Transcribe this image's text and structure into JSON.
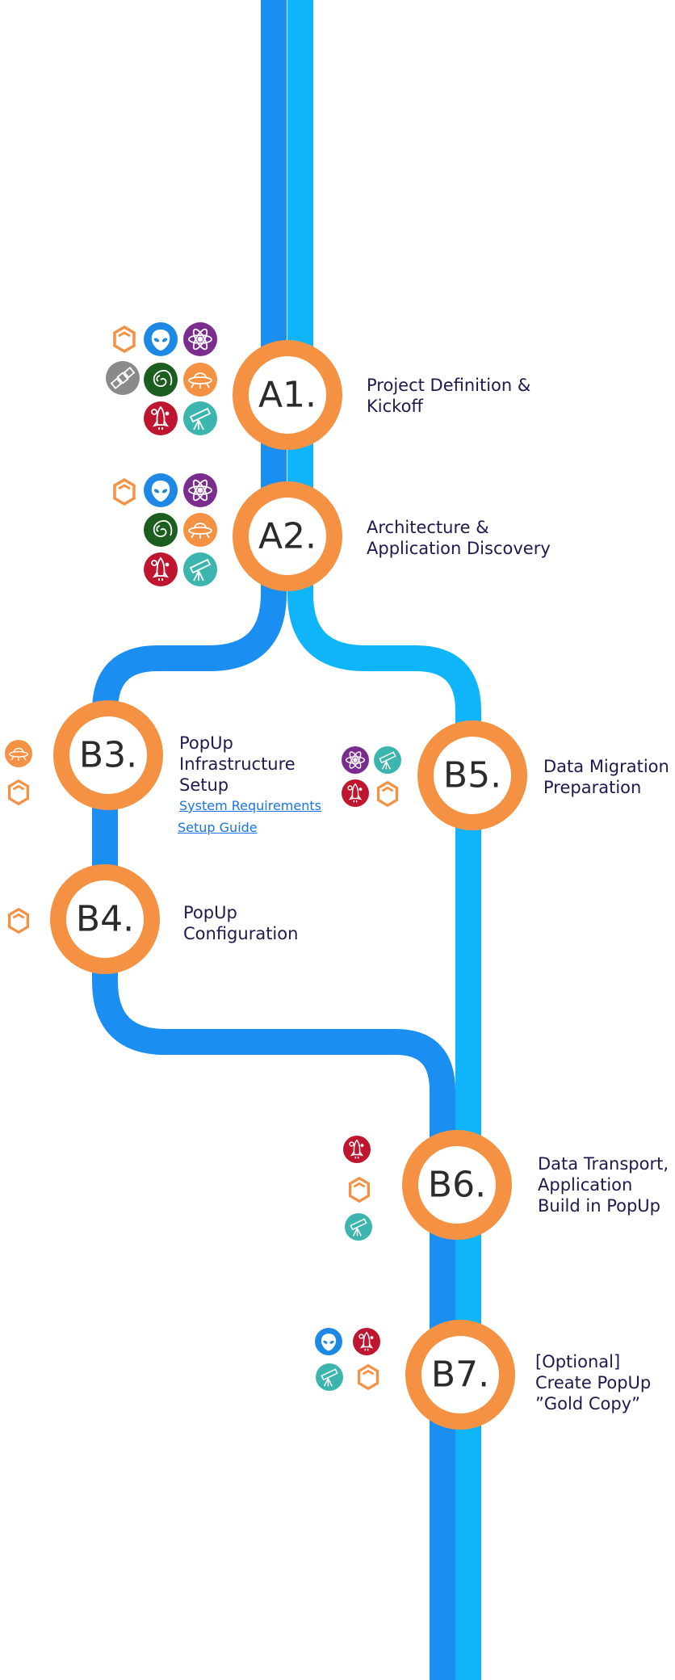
{
  "colors": {
    "track_dark": "#1b8ef2",
    "track_light": "#0fb5f8",
    "node_ring": "#f59143",
    "node_fill": "#ffffff",
    "text": "#1e1a4d",
    "link": "#1a73e8",
    "icon_blue": "#1e88e5",
    "icon_purple": "#7b2d8e",
    "icon_green": "#1b5e20",
    "icon_orange": "#f59143",
    "icon_gold": "#e8a317",
    "icon_red": "#c0152f",
    "icon_teal": "#3bb5ad",
    "icon_gray": "#8a8a8a"
  },
  "steps": {
    "a1": {
      "code": "A1.",
      "title": "Project Definition &\nKickoff",
      "icons": [
        "hexagon-outline-icon",
        "alien-icon",
        "atom-icon",
        "satellite-icon",
        "galaxy-icon",
        "ufo-icon",
        "rocket-icon",
        "telescope-icon"
      ]
    },
    "a2": {
      "code": "A2.",
      "title": "Architecture &\nApplication Discovery",
      "icons": [
        "hexagon-outline-icon",
        "alien-icon",
        "atom-icon",
        "galaxy-icon",
        "ufo-icon",
        "rocket-icon",
        "telescope-icon"
      ]
    },
    "b3": {
      "code": "B3.",
      "title": "PopUp\nInfrastructure\nSetup",
      "links": [
        "System Requirements",
        "Setup Guide"
      ],
      "icons": [
        "ufo-icon",
        "hexagon-outline-icon"
      ]
    },
    "b4": {
      "code": "B4.",
      "title": "PopUp\nConfiguration",
      "icons": [
        "hexagon-outline-icon"
      ]
    },
    "b5": {
      "code": "B5.",
      "title": "Data Migration\nPreparation",
      "icons": [
        "atom-icon",
        "telescope-icon",
        "rocket-icon",
        "hexagon-outline-icon"
      ]
    },
    "b6": {
      "code": "B6.",
      "title": "Data Transport,\nApplication\nBuild in PopUp",
      "icons": [
        "rocket-icon",
        "hexagon-outline-icon",
        "telescope-icon"
      ]
    },
    "b7": {
      "code": "B7.",
      "title": "[Optional]\nCreate PopUp\n”Gold Copy”",
      "icons": [
        "alien-icon",
        "rocket-icon",
        "telescope-icon",
        "hexagon-outline-icon"
      ]
    }
  }
}
